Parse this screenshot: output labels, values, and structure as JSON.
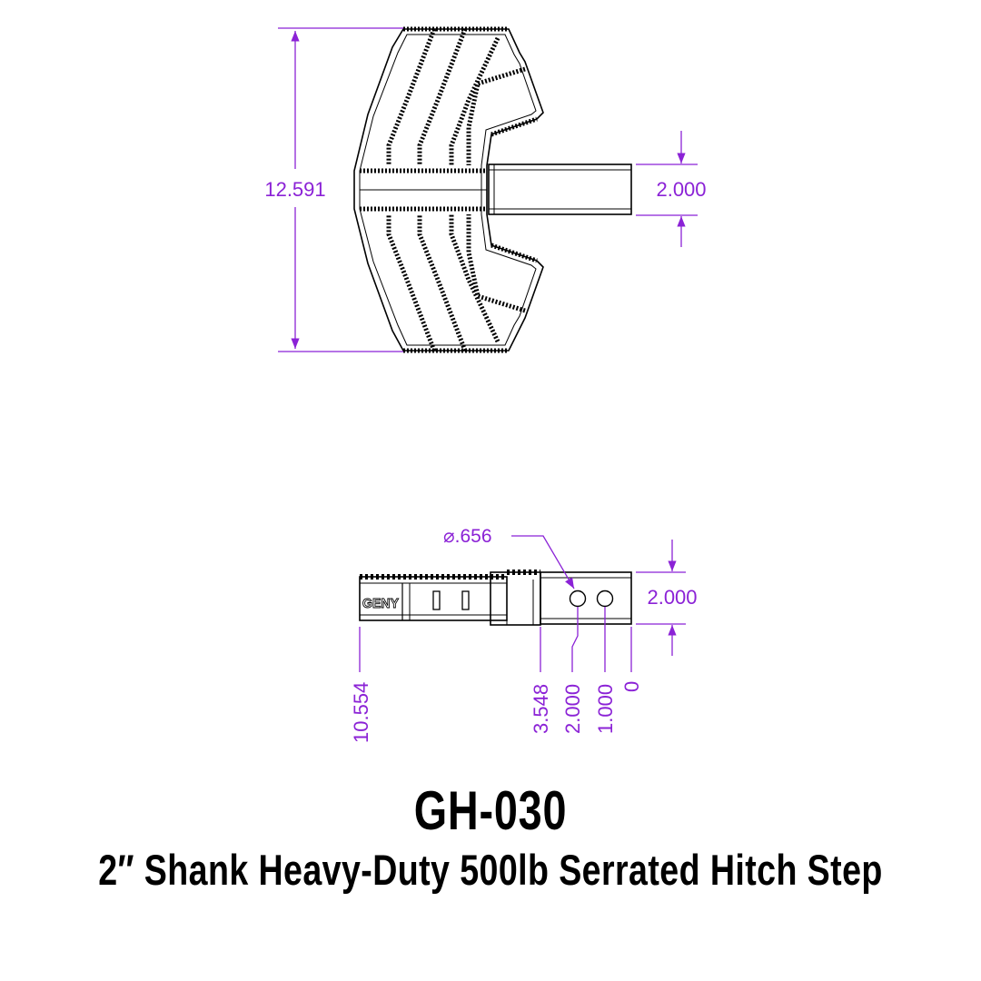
{
  "title": {
    "code": "GH-030",
    "subtitle": "2″ Shank Heavy-Duty 500lb Serrated Hitch Step"
  },
  "top_view": {
    "overall_length": "12.591",
    "shank_width": "2.000"
  },
  "side_view": {
    "hole_diameter": "⌀.656",
    "shank_height": "2.000",
    "ordinates": [
      "10.554",
      "3.548",
      "2.000",
      "1.000",
      "0"
    ],
    "logo_text": "GENY"
  },
  "colors": {
    "dimension": "#8b22d6",
    "line": "#000000",
    "background": "#ffffff"
  }
}
